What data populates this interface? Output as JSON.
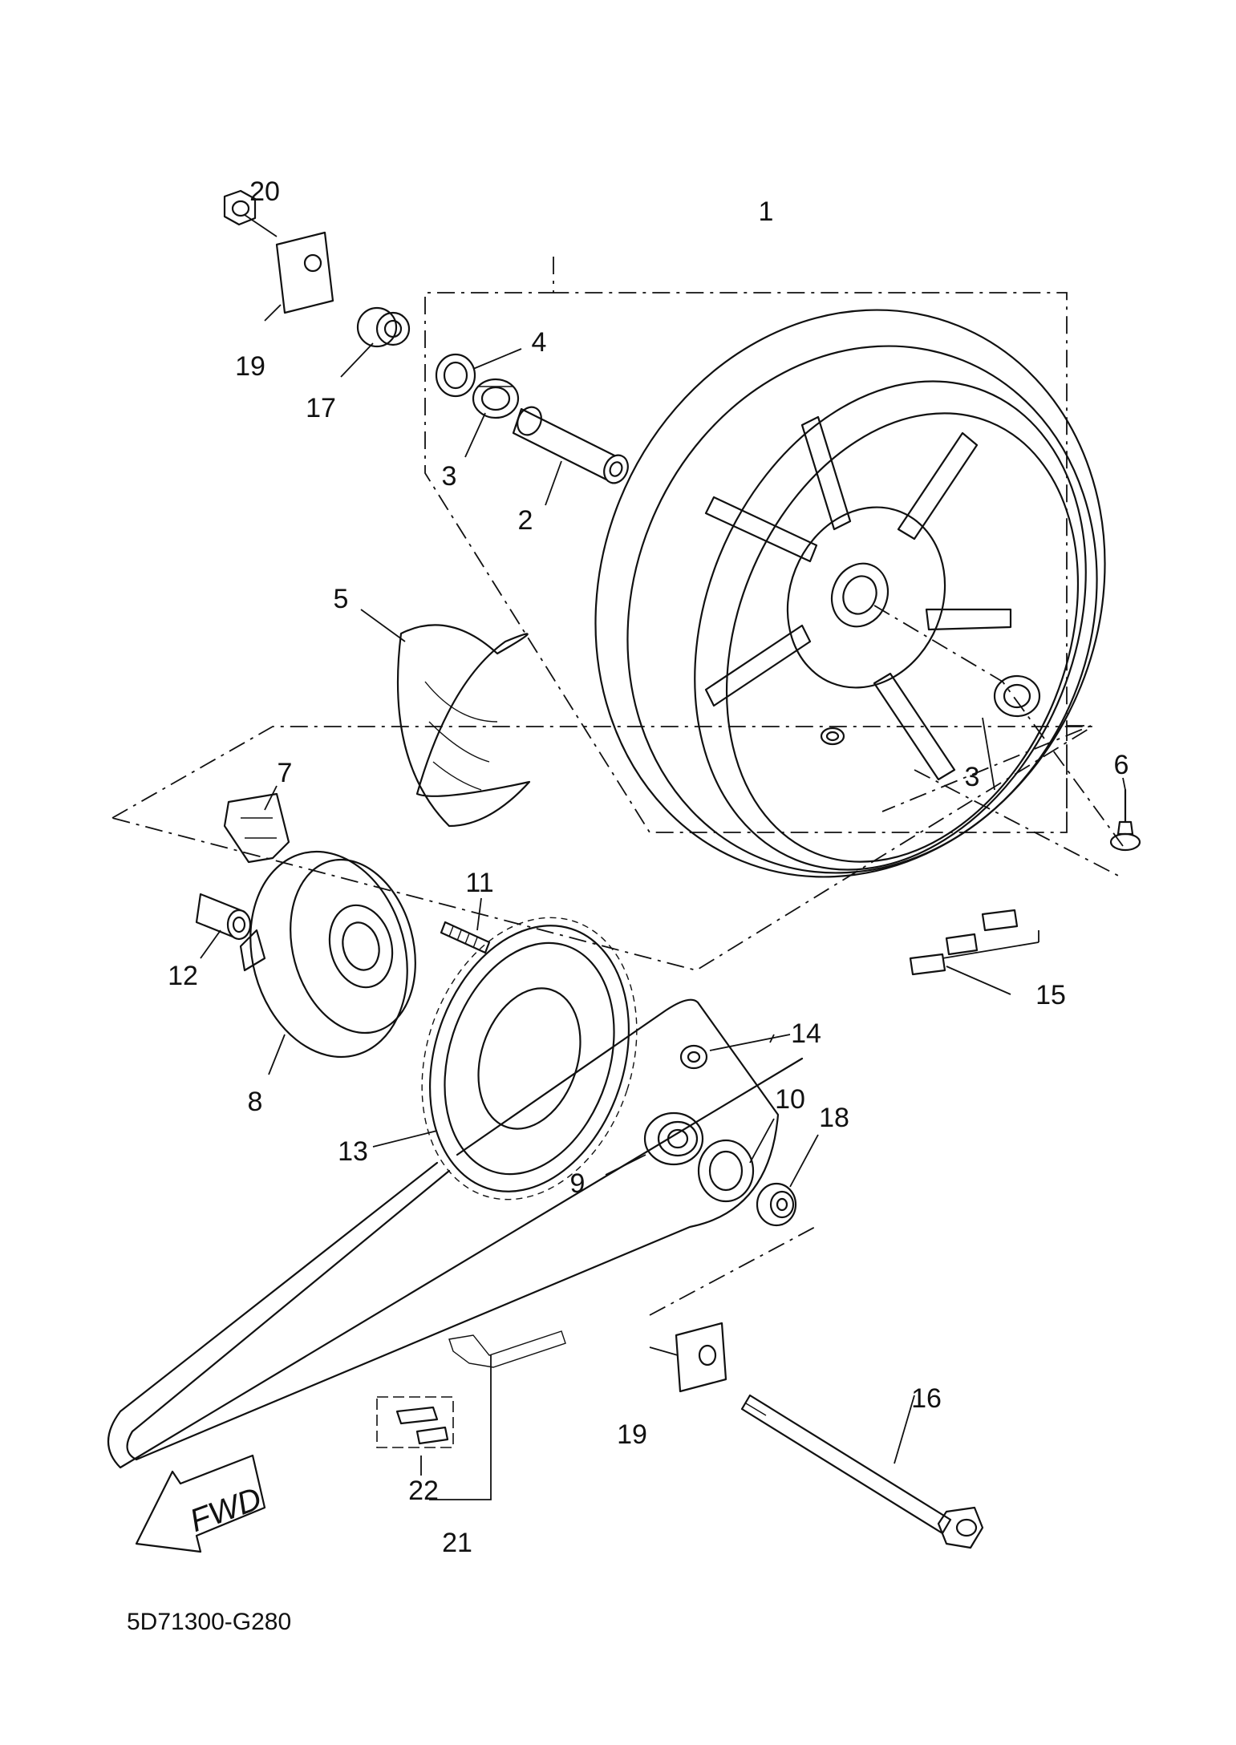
{
  "diagram_code": "5D71300-G280",
  "direction_label": "FWD",
  "callouts": [
    {
      "id": "c1",
      "label": "1"
    },
    {
      "id": "c2",
      "label": "2"
    },
    {
      "id": "c3a",
      "label": "3"
    },
    {
      "id": "c3b",
      "label": "3"
    },
    {
      "id": "c4",
      "label": "4"
    },
    {
      "id": "c5",
      "label": "5"
    },
    {
      "id": "c6",
      "label": "6"
    },
    {
      "id": "c7",
      "label": "7"
    },
    {
      "id": "c8",
      "label": "8"
    },
    {
      "id": "c9",
      "label": "9"
    },
    {
      "id": "c10",
      "label": "10"
    },
    {
      "id": "c11",
      "label": "11"
    },
    {
      "id": "c12",
      "label": "12"
    },
    {
      "id": "c13",
      "label": "13"
    },
    {
      "id": "c14",
      "label": "14"
    },
    {
      "id": "c15",
      "label": "15"
    },
    {
      "id": "c16",
      "label": "16"
    },
    {
      "id": "c17",
      "label": "17"
    },
    {
      "id": "c18",
      "label": "18"
    },
    {
      "id": "c19a",
      "label": "19"
    },
    {
      "id": "c19b",
      "label": "19"
    },
    {
      "id": "c20",
      "label": "20"
    },
    {
      "id": "c21",
      "label": "21"
    },
    {
      "id": "c22",
      "label": "22"
    }
  ]
}
